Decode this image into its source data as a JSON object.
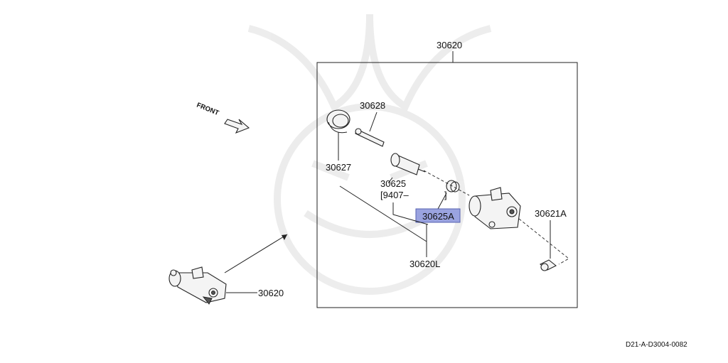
{
  "diagram": {
    "labels": {
      "assembly_box": "30620",
      "pushrod": "30628",
      "boot": "30627",
      "piston": "30625",
      "piston_note": "[9407–",
      "piston_note_close": "]",
      "piston_spring": "30625A",
      "cylinder_body": "30620L",
      "bleeder_screw": "30621A",
      "external_assembly": "30620"
    },
    "front_indicator": "FRONT",
    "diagram_code": "D21-A-D3004-0082",
    "highlight_color": "#9aa3e0"
  }
}
